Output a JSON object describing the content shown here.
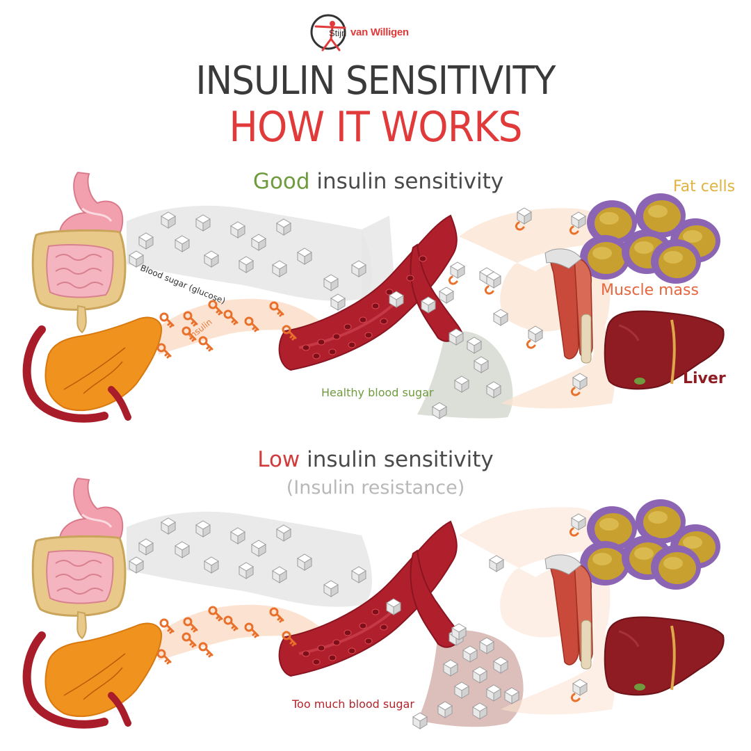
{
  "brand": {
    "first": "Stijn",
    "last": "van Willigen"
  },
  "title": {
    "line1": "INSULIN SENSITIVITY",
    "line2": "HOW IT WORKS"
  },
  "section_good": {
    "keyword": "Good",
    "rest": " insulin sensitivity",
    "labels": {
      "blood_sugar": "Blood sugar (glucose)",
      "insulin": "Insulin",
      "healthy": "Healthy blood sugar",
      "fat_cells": "Fat cells",
      "muscle": "Muscle mass",
      "liver": "Liver"
    }
  },
  "section_low": {
    "keyword": "Low",
    "rest": " insulin sensitivity",
    "subtitle": "(Insulin resistance)",
    "labels": {
      "too_much": "Too much blood sugar"
    }
  },
  "colors": {
    "title_dark": "#3a3a3a",
    "accent_red": "#e03a3a",
    "good_green": "#6f9a3e",
    "insulin_orange": "#e8702a",
    "fat_yellow": "#e0b341",
    "fat_purple": "#8c64b4",
    "vessel_red": "#a91d2a",
    "liver": "#8f1c22"
  },
  "icons": [
    "stomach-icon",
    "intestine-icon",
    "pancreas-icon",
    "blood-vessel-icon",
    "glucose-cube-icon",
    "insulin-key-icon",
    "fat-cell-icon",
    "muscle-arm-icon",
    "liver-icon"
  ]
}
